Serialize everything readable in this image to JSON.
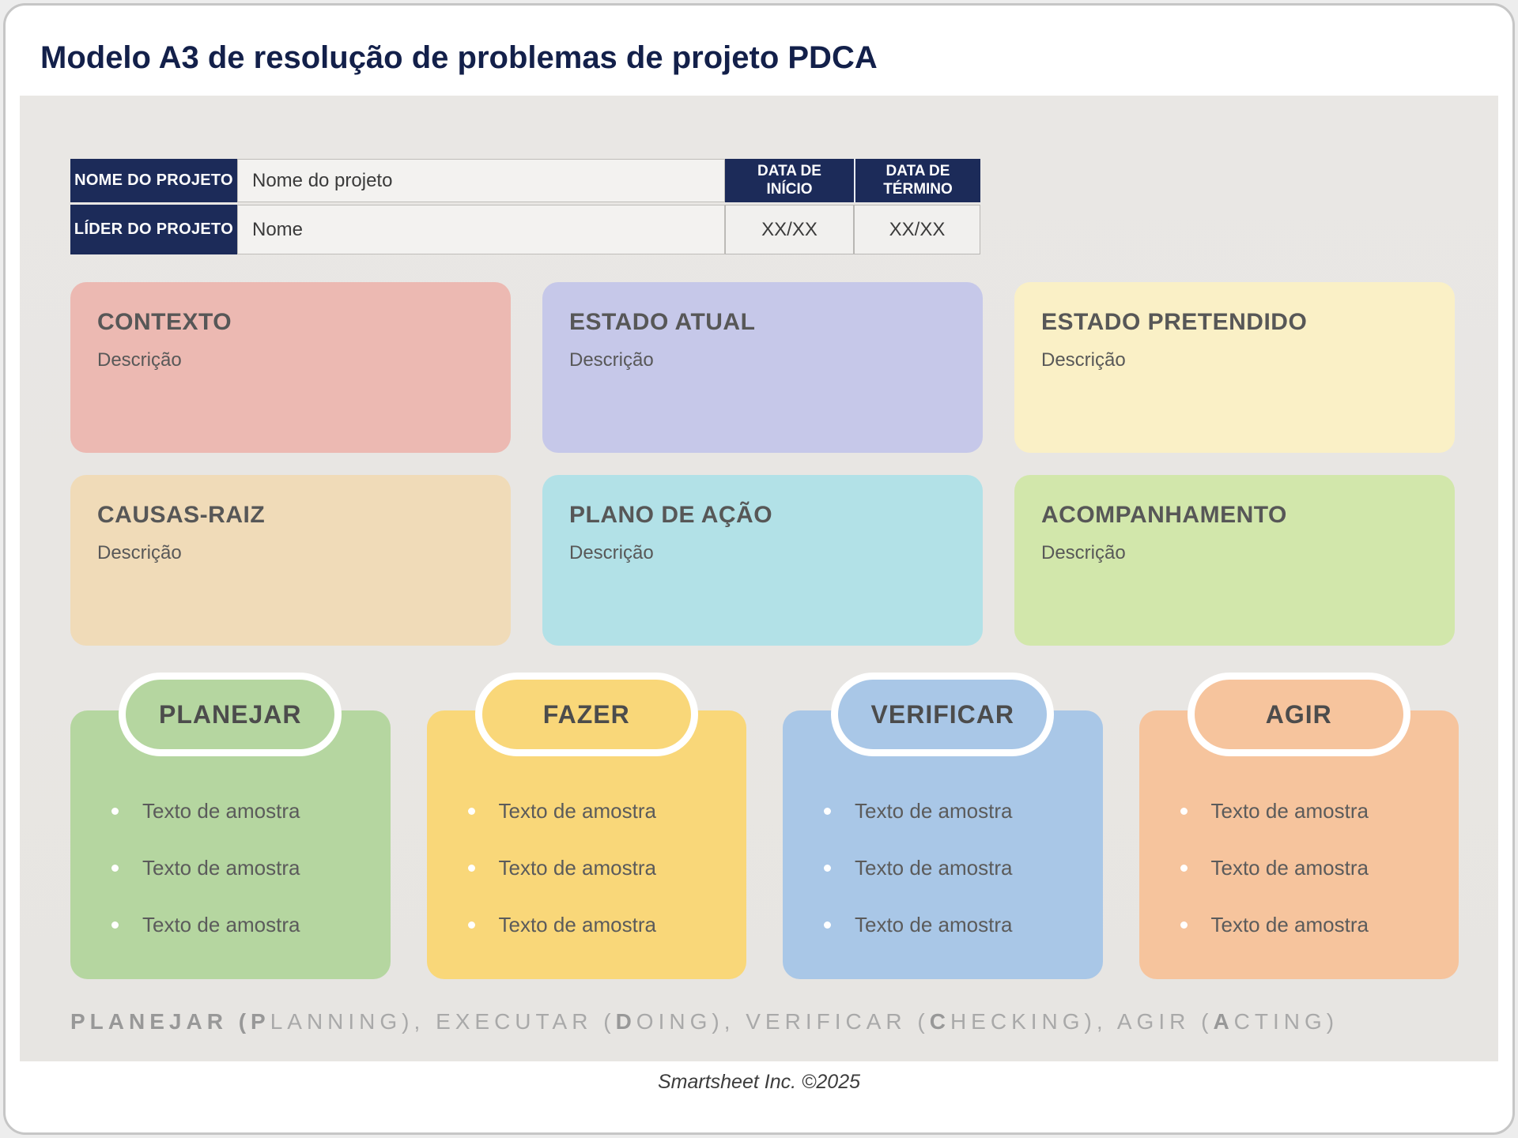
{
  "page": {
    "title": "Modelo A3 de resolução de problemas de projeto PDCA",
    "footer": "Smartsheet Inc. ©2025",
    "title_color": "#13204a",
    "panel_background": "#e8e6e3",
    "accent_navy": "#1c2b59"
  },
  "project_table": {
    "header_color": "#1c2b59",
    "date_headers": {
      "start": "DATA DE\nINÍCIO",
      "end": "DATA DE\nTÉRMINO"
    },
    "rows": [
      {
        "label": "NOME DO PROJETO",
        "value": "Nome do projeto"
      },
      {
        "label": "LÍDER DO PROJETO",
        "value": "Nome",
        "start_date": "XX/XX",
        "end_date": "XX/XX"
      }
    ]
  },
  "sections": [
    {
      "title": "CONTEXTO",
      "desc": "Descrição",
      "color": "#ecb9b2"
    },
    {
      "title": "ESTADO ATUAL",
      "desc": "Descrição",
      "color": "#c6c8e9"
    },
    {
      "title": "ESTADO PRETENDIDO",
      "desc": "Descrição",
      "color": "#faf0c6"
    },
    {
      "title": "CAUSAS-RAIZ",
      "desc": "Descrição",
      "color": "#f0dbb8"
    },
    {
      "title": "PLANO DE AÇÃO",
      "desc": "Descrição",
      "color": "#b2e1e7"
    },
    {
      "title": "ACOMPANHAMENTO",
      "desc": "Descrição",
      "color": "#d2e7ab"
    }
  ],
  "pdca": [
    {
      "label": "PLANEJAR",
      "color": "#b5d6a0",
      "bullets": [
        "Texto de amostra",
        "Texto de amostra",
        "Texto de amostra"
      ]
    },
    {
      "label": "FAZER",
      "color": "#f9d779",
      "bullets": [
        "Texto de amostra",
        "Texto de amostra",
        "Texto de amostra"
      ]
    },
    {
      "label": "VERIFICAR",
      "color": "#a9c7e7",
      "bullets": [
        "Texto de amostra",
        "Texto de amostra",
        "Texto de amostra"
      ]
    },
    {
      "label": "AGIR",
      "color": "#f6c49d",
      "bullets": [
        "Texto de amostra",
        "Texto de amostra",
        "Texto de amostra"
      ]
    }
  ],
  "legend": {
    "segments": [
      {
        "text": "PLANEJAR (P",
        "bold": true
      },
      {
        "text": "LANNING)",
        "bold": false
      },
      {
        "text": ", ",
        "bold": false
      },
      {
        "text": "EXECUTAR (",
        "bold": false
      },
      {
        "text": "D",
        "bold": true
      },
      {
        "text": "OING)",
        "bold": false
      },
      {
        "text": ", ",
        "bold": false
      },
      {
        "text": "VERIFICAR (",
        "bold": false
      },
      {
        "text": "C",
        "bold": true
      },
      {
        "text": "HECKING)",
        "bold": false
      },
      {
        "text": ", ",
        "bold": false
      },
      {
        "text": "AGIR (",
        "bold": false
      },
      {
        "text": "A",
        "bold": true
      },
      {
        "text": "CTING)",
        "bold": false
      }
    ]
  }
}
